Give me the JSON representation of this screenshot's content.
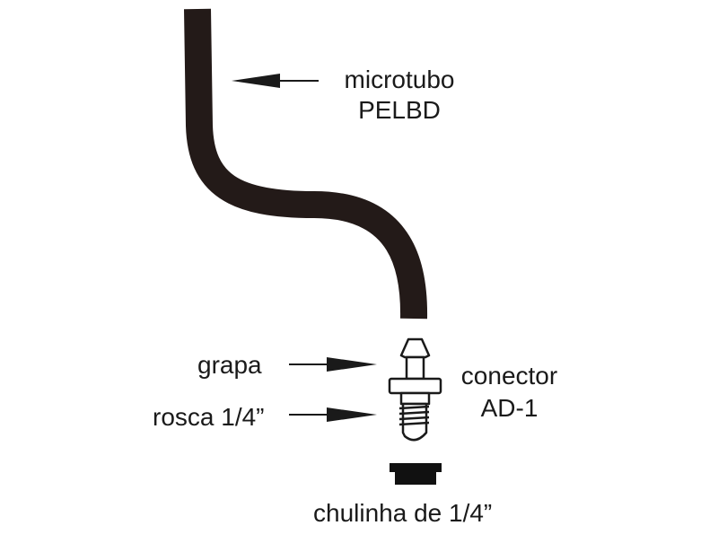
{
  "labels": {
    "microtubo_line1": "microtubo",
    "microtubo_line2": "PELBD",
    "grapa": "grapa",
    "rosca": "rosca 1/4”",
    "conector_line1": "conector",
    "conector_line2": "AD-1",
    "chulinha": "chulinha de 1/4”"
  },
  "colors": {
    "tube": "#231a18",
    "ink": "#1a1a1a",
    "background": "#ffffff"
  }
}
